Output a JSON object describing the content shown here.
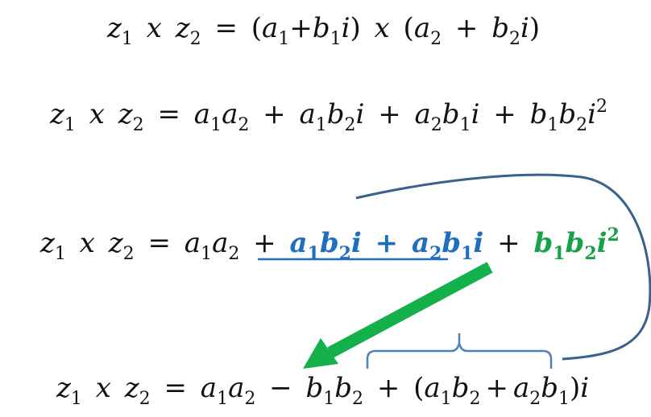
{
  "eq1": {
    "lhs_z": "z",
    "lhs_1": "1",
    "lhs_x": "x",
    "lhs_z2": "z",
    "lhs_2": "2",
    "eq": "=",
    "p_open": "(",
    "a": "a",
    "a_sub": "1",
    "plus1": "+",
    "b": "b",
    "b_sub": "1",
    "i": "i",
    "p_close": ")",
    "x": "x",
    "p2_open": "(",
    "a2": "a",
    "a2_sub": "2",
    "plus2": "+",
    "b2": "b",
    "b2_sub": "2",
    "i2": "i",
    "p2_close": ")"
  },
  "eq2": {
    "lhs_z": "z",
    "lhs_1": "1",
    "lhs_x": "x",
    "lhs_z2": "z",
    "lhs_2": "2",
    "eq": "=",
    "t1": "a",
    "t1s": "1",
    "t1b": "a",
    "t1bs": "2",
    "plus1": "+",
    "t2": "a",
    "t2s": "1",
    "t2b": "b",
    "t2bs": "2",
    "t2i": "i",
    "plus2": "+",
    "t3": "a",
    "t3s": "2",
    "t3b": "b",
    "t3bs": "1",
    "t3i": "i",
    "plus3": "+",
    "t4": "b",
    "t4s": "1",
    "t4b": "b",
    "t4bs": "2",
    "t4i": "i",
    "t4p": "2"
  },
  "eq3": {
    "lhs_z": "z",
    "lhs_1": "1",
    "lhs_x": "x",
    "lhs_z2": "z",
    "lhs_2": "2",
    "eq": "=",
    "t1": "a",
    "t1s": "1",
    "t1b": "a",
    "t1bs": "2",
    "plus1": "+",
    "t2": "a",
    "t2s": "1",
    "t2b": "b",
    "t2bs": "2",
    "t2i": "i",
    "plus2": "+",
    "t3": "a",
    "t3s": "2",
    "t3b": "b",
    "t3bs": "1",
    "t3i": "i",
    "plus3": "+",
    "t4": "b",
    "t4s": "1",
    "t4b": "b",
    "t4bs": "2",
    "t4i": "i",
    "t4p": "2"
  },
  "eq4": {
    "lhs_z": "z",
    "lhs_1": "1",
    "lhs_x": "x",
    "lhs_z2": "z",
    "lhs_2": "2",
    "eq": "=",
    "t1": "a",
    "t1s": "1",
    "t1b": "a",
    "t1bs": "2",
    "minus": "−",
    "t2": "b",
    "t2s": "1",
    "t2b": "b",
    "t2bs": "2",
    "plus": "+",
    "p_open": "(",
    "u": "a",
    "us": "1",
    "ub": "b",
    "ubs": "2",
    "plus_in": "+",
    "v": "a",
    "vs": "2",
    "vb": "b",
    "vbs": "1",
    "p_close": ")",
    "i": "i"
  },
  "colors": {
    "blue_terms": "#1f6fc0",
    "green_terms": "#19a14a",
    "arrow": "#14b04a",
    "curve": "#3b5f8f",
    "brace": "#4f7fbf"
  }
}
